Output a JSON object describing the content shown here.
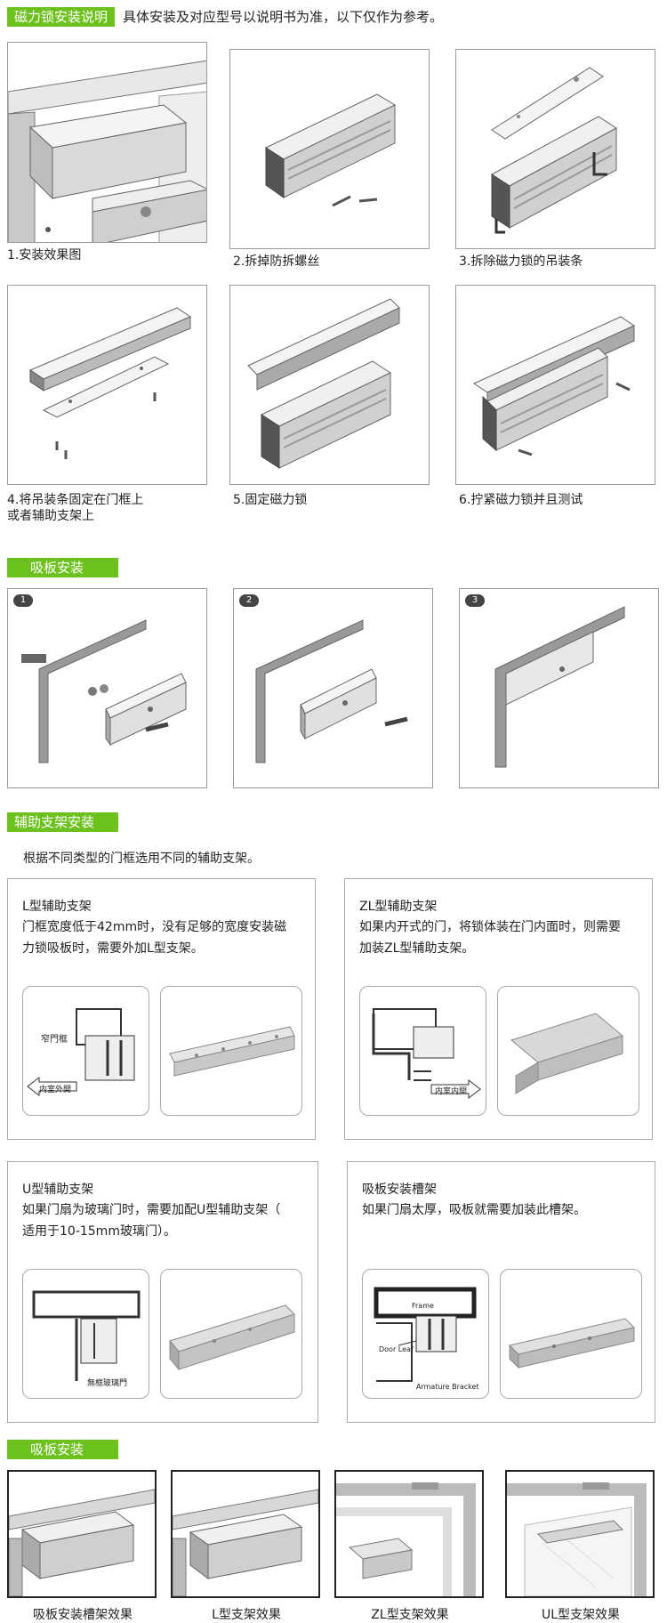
{
  "section1": {
    "tag": "磁力锁安装说明",
    "intro": "具体安装及对应型号以说明书为准，以下仅作为参考。",
    "steps": [
      "1.安装效果图",
      "2.拆掉防拆螺丝",
      "3.拆除磁力锁的吊装条",
      "4.将吊装条固定在门框上",
      "或者辅助支架上",
      "5.固定磁力锁",
      "6.拧紧磁力锁并且测试"
    ]
  },
  "section2": {
    "tag": "吸板安装",
    "badges": [
      "1",
      "2",
      "3"
    ]
  },
  "section3": {
    "tag": "辅助支架安装",
    "intro": "根据不同类型的门框选用不同的辅助支架。",
    "cards": [
      {
        "title": "L型辅助支架",
        "lines": [
          "门框宽度低于42mm时，没有足够的宽度安装磁",
          "力锁吸板时，需要外加L型支架。"
        ],
        "labels": [
          "窄門框",
          "内室外開"
        ]
      },
      {
        "title": "ZL型辅助支架",
        "lines": [
          "如果内开式的门，将锁体装在门内面时，则需要",
          "加装ZL型辅助支架。"
        ],
        "labels": [
          "内室内開"
        ]
      },
      {
        "title": "U型辅助支架",
        "lines": [
          "如果门扇为玻璃门时，需要加配U型辅助支架（",
          "适用于10-15mm玻璃门）。"
        ],
        "labels": [
          "無框玻璃門"
        ]
      },
      {
        "title": "吸板安装槽架",
        "lines": [
          "如果门扇太厚，吸板就需要加装此槽架。"
        ],
        "labels": [
          "Frame",
          "Door Leaf",
          "Armature Bracket"
        ]
      }
    ]
  },
  "section4": {
    "tag": "吸板安装",
    "captions": [
      "吸板安装槽架效果",
      "L型支架效果",
      "ZL型支架效果",
      "UL型支架效果"
    ]
  }
}
